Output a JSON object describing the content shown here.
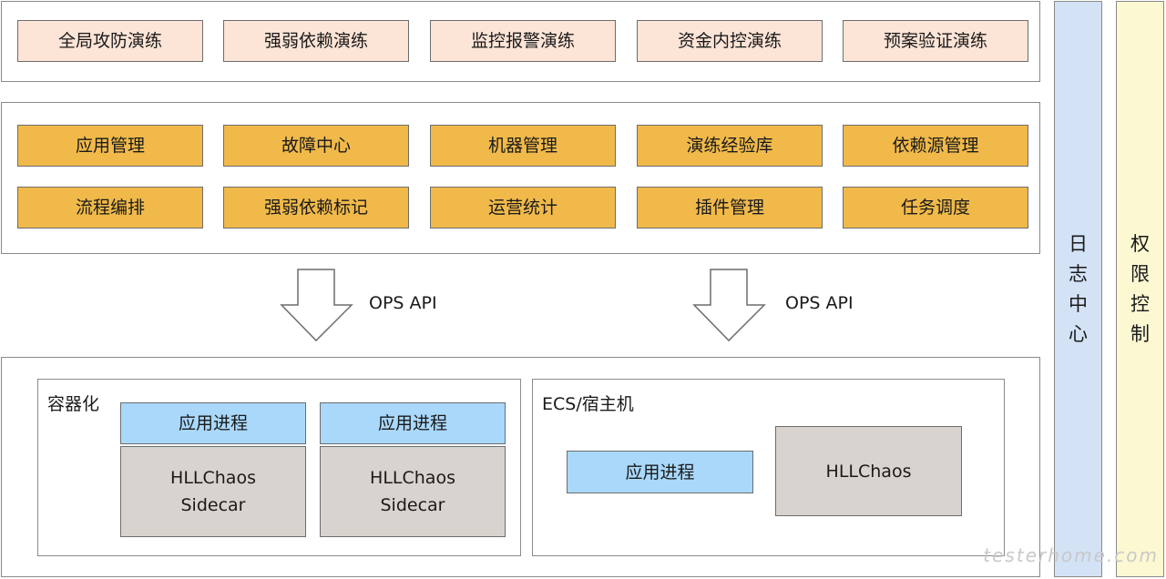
{
  "drill_types": [
    "全局攻防演练",
    "强弱依赖演练",
    "监控报警演练",
    "资金内控演练",
    "预案验证演练"
  ],
  "platform": {
    "row1": [
      "应用管理",
      "故障中心",
      "机器管理",
      "演练经验库",
      "依赖源管理"
    ],
    "row2": [
      "流程编排",
      "强弱依赖标记",
      "运营统计",
      "插件管理",
      "任务调度"
    ]
  },
  "api_labels": [
    "OPS API",
    "OPS API"
  ],
  "container": {
    "label": "容器化",
    "pods": [
      {
        "process": "应用进程",
        "sidecar_line1": "HLLChaos",
        "sidecar_line2": "Sidecar"
      },
      {
        "process": "应用进程",
        "sidecar_line1": "HLLChaos",
        "sidecar_line2": "Sidecar"
      }
    ]
  },
  "ecs": {
    "label": "ECS/宿主机",
    "process": "应用进程",
    "chaos": "HLLChaos"
  },
  "side": {
    "log_center": [
      "日",
      "志",
      "中",
      "心"
    ],
    "permission": [
      "权",
      "限",
      "控",
      "制"
    ]
  },
  "watermark": "testerhome.com",
  "colors": {
    "drill": "#fce4d6",
    "platform": "#f0b94a",
    "process": "#a9d8fb",
    "chaos": "#d8d3ce",
    "log_center": "#d3e2f5",
    "permission": "#fbf8d2"
  }
}
